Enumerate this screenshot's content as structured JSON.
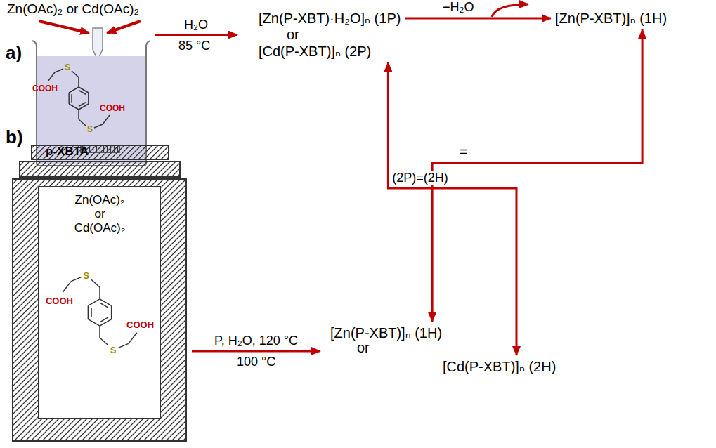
{
  "diagram": {
    "nodes": [
      {
        "text": [
          "p-XBTA"
        ]
      },
      {
        "text": [
          "[Zn(P-XBT)·H₂O]ₙ (1P)",
          "or",
          "[Cd(P-XBT)]ₙ (2P)"
        ]
      },
      {
        "text": [
          "[Zn(P-XBT)]ₙ (1H)"
        ]
      },
      {
        "text": [
          "Zn(OAc)₂ or Cd(OAc)₂"
        ]
      },
      {
        "text": [
          "[Zn(P-XBT)]ₙ (1H)"
        ]
      },
      {
        "text": [
          "[Cd(P-XBT)]ₙ (2H)"
        ]
      }
    ],
    "edges": [
      {
        "from": 0,
        "to": 1,
        "label": "H₂O",
        "arrow": "to"
      },
      {
        "from": 1,
        "to": 2,
        "label": "−H₂O",
        "arrow": "to"
      },
      {
        "from": 3,
        "to": 4,
        "label": "P, H₂O, 120 °C",
        "arrow": "to"
      },
      {
        "from": 2,
        "to": 4,
        "label": "=",
        "arrow": "both"
      },
      {
        "from": 1,
        "to": 5,
        "label": "(2P)=(2H)",
        "arrow": "both"
      }
    ],
    "labels": [
      "Zn(OAc)₂ or Cd(OAc)₂",
      "a)",
      "S",
      "COOH",
      "S",
      "COOH",
      "85 °C",
      "b)",
      "S",
      "COOH",
      "S",
      "COOH",
      "100 °C",
      "or"
    ]
  }
}
